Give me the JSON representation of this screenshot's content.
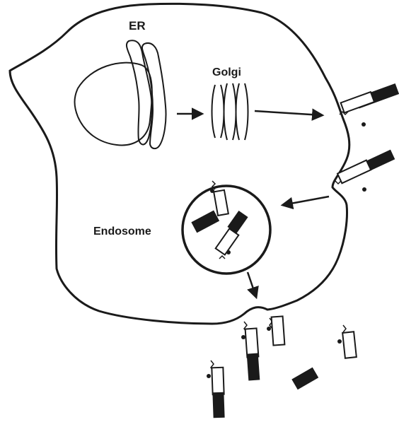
{
  "diagram": {
    "labels": {
      "er": "ER",
      "golgi": "Golgi",
      "endosome": "Endosome"
    },
    "colors": {
      "ink": "#1a1a1a",
      "background": "#ffffff"
    }
  }
}
